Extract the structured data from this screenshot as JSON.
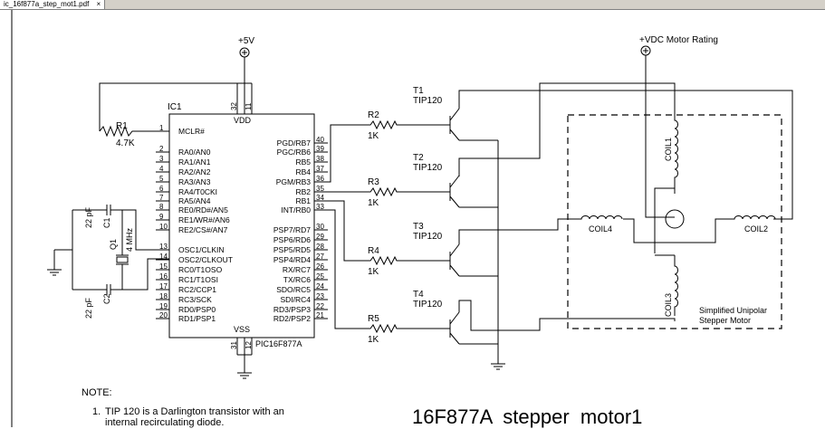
{
  "tab": {
    "title": "ic_16f877a_step_mot1.pdf",
    "close": "×"
  },
  "power": {
    "vcc": "+5V",
    "motor_supply": "+VDC Motor Rating"
  },
  "ic": {
    "ref": "IC1",
    "part": "PIC16F877A",
    "vdd": "VDD",
    "vss": "VSS",
    "vdd_pins": [
      "32",
      "11"
    ],
    "vss_pins": [
      "31",
      "12"
    ],
    "left_pins": [
      {
        "num": "1",
        "name": "MCLR#"
      },
      {
        "num": "2",
        "name": "RA0/AN0"
      },
      {
        "num": "3",
        "name": "RA1/AN1"
      },
      {
        "num": "4",
        "name": "RA2/AN2"
      },
      {
        "num": "5",
        "name": "RA3/AN3"
      },
      {
        "num": "6",
        "name": "RA4/T0CKI"
      },
      {
        "num": "7",
        "name": "RA5/AN4"
      },
      {
        "num": "8",
        "name": "RE0/RD#/AN5"
      },
      {
        "num": "9",
        "name": "RE1/WR#/AN6"
      },
      {
        "num": "10",
        "name": "RE2/CS#/AN7"
      },
      {
        "num": "13",
        "name": "OSC1/CLKIN"
      },
      {
        "num": "14",
        "name": "OSC2/CLKOUT"
      },
      {
        "num": "15",
        "name": "RC0/T1OSO"
      },
      {
        "num": "16",
        "name": "RC1/T1OSI"
      },
      {
        "num": "17",
        "name": "RC2/CCP1"
      },
      {
        "num": "18",
        "name": "RC3/SCK"
      },
      {
        "num": "19",
        "name": "RD0/PSP0"
      },
      {
        "num": "20",
        "name": "RD1/PSP1"
      }
    ],
    "right_pins": [
      {
        "num": "40",
        "name": "PGD/RB7"
      },
      {
        "num": "39",
        "name": "PGC/RB6"
      },
      {
        "num": "38",
        "name": "RB5"
      },
      {
        "num": "37",
        "name": "RB4"
      },
      {
        "num": "36",
        "name": "PGM/RB3"
      },
      {
        "num": "35",
        "name": "RB2"
      },
      {
        "num": "34",
        "name": "RB1"
      },
      {
        "num": "33",
        "name": "INT/RB0"
      },
      {
        "num": "30",
        "name": "PSP7/RD7"
      },
      {
        "num": "29",
        "name": "PSP6/RD6"
      },
      {
        "num": "28",
        "name": "PSP5/RD5"
      },
      {
        "num": "27",
        "name": "PSP4/RD4"
      },
      {
        "num": "26",
        "name": "RX/RC7"
      },
      {
        "num": "25",
        "name": "TX/RC6"
      },
      {
        "num": "24",
        "name": "SDO/RC5"
      },
      {
        "num": "23",
        "name": "SDI/RC4"
      },
      {
        "num": "22",
        "name": "RD3/PSP3"
      },
      {
        "num": "21",
        "name": "RD2/PSP2"
      }
    ]
  },
  "parts": {
    "r1": {
      "ref": "R1",
      "value": "4.7K"
    },
    "c1": {
      "ref": "C1",
      "value": "22 pF"
    },
    "c2": {
      "ref": "C2",
      "value": "22 pF"
    },
    "q1": {
      "ref": "Q1",
      "value": "4 MHz"
    },
    "resistors": [
      {
        "ref": "R2",
        "value": "1K"
      },
      {
        "ref": "R3",
        "value": "1K"
      },
      {
        "ref": "R4",
        "value": "1K"
      },
      {
        "ref": "R5",
        "value": "1K"
      }
    ],
    "transistors": [
      {
        "ref": "T1",
        "value": "TIP120"
      },
      {
        "ref": "T2",
        "value": "TIP120"
      },
      {
        "ref": "T3",
        "value": "TIP120"
      },
      {
        "ref": "T4",
        "value": "TIP120"
      }
    ]
  },
  "motor": {
    "coils": [
      "COIL1",
      "COIL2",
      "COIL3",
      "COIL4"
    ],
    "label_line1": "Simplified Unipolar",
    "label_line2": "Stepper Motor"
  },
  "notes": {
    "heading": "NOTE:",
    "item_number": "1.",
    "line1": "TIP 120 is a Darlington transistor with an",
    "line2": "internal recirculating diode."
  },
  "title": "16F877A  stepper  motor1"
}
